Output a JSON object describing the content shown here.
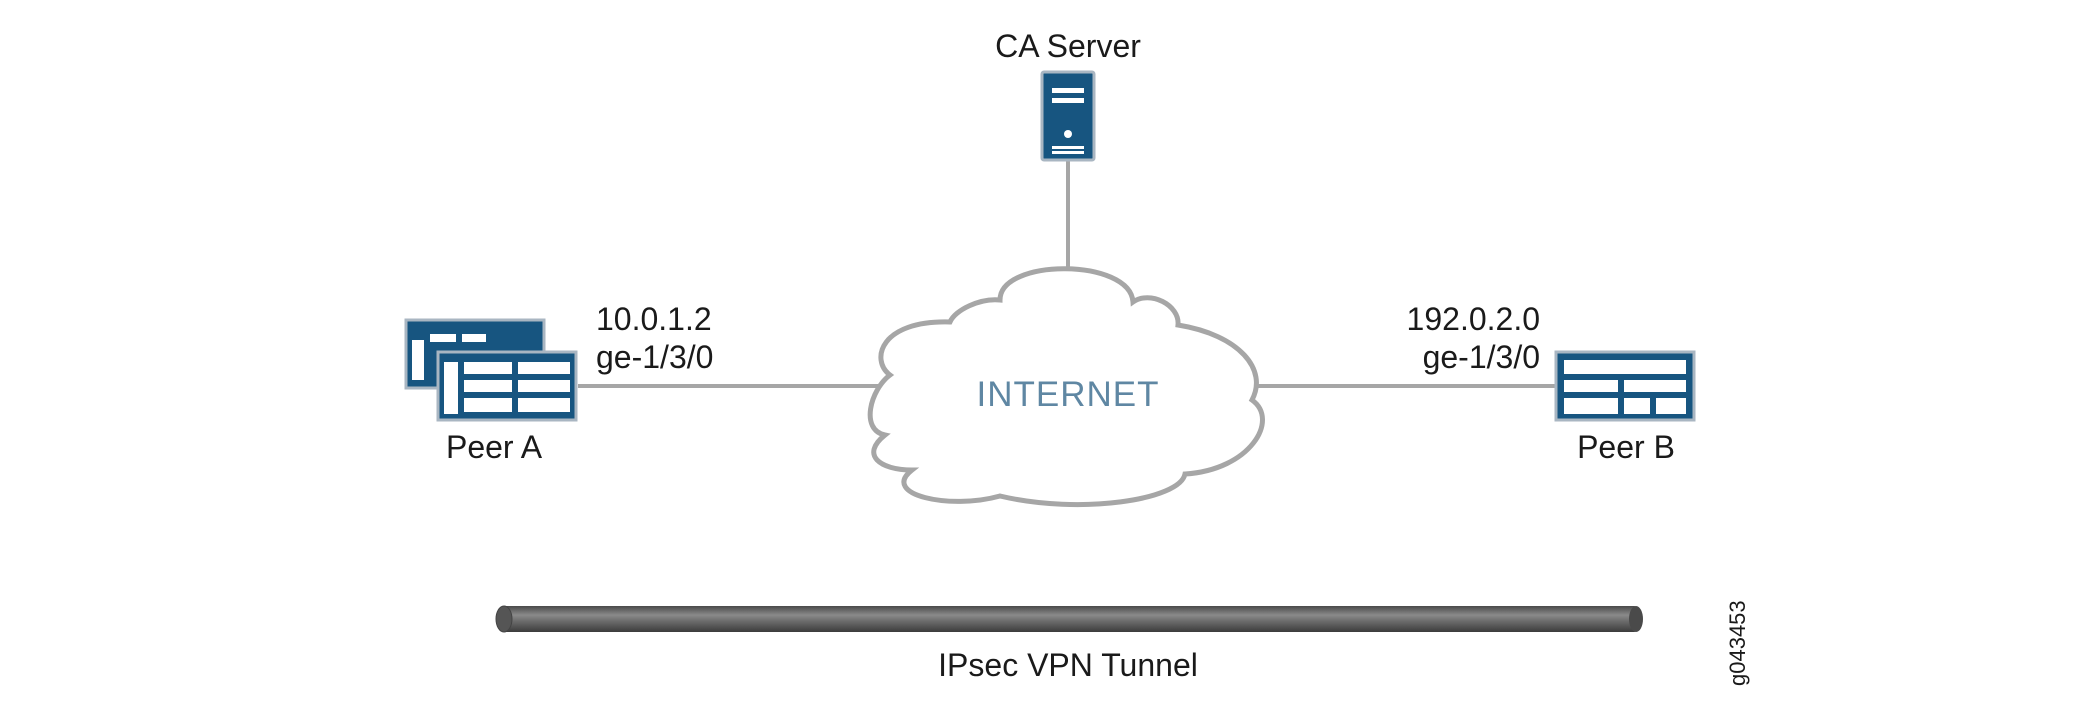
{
  "nodes": {
    "ca_server": {
      "label": "CA Server"
    },
    "peer_a": {
      "label": "Peer A",
      "ip": "10.0.1.2",
      "interface": "ge-1/3/0"
    },
    "peer_b": {
      "label": "Peer B",
      "ip": "192.0.2.0",
      "interface": "ge-1/3/0"
    },
    "internet": {
      "label": "INTERNET"
    }
  },
  "tunnel": {
    "label": "IPsec VPN Tunnel"
  },
  "figure_id": "g043453",
  "colors": {
    "device": "#175580",
    "link": "#a6a6a6",
    "cloud_text": "#5f87a3",
    "tunnel": "#6d6d6d"
  }
}
